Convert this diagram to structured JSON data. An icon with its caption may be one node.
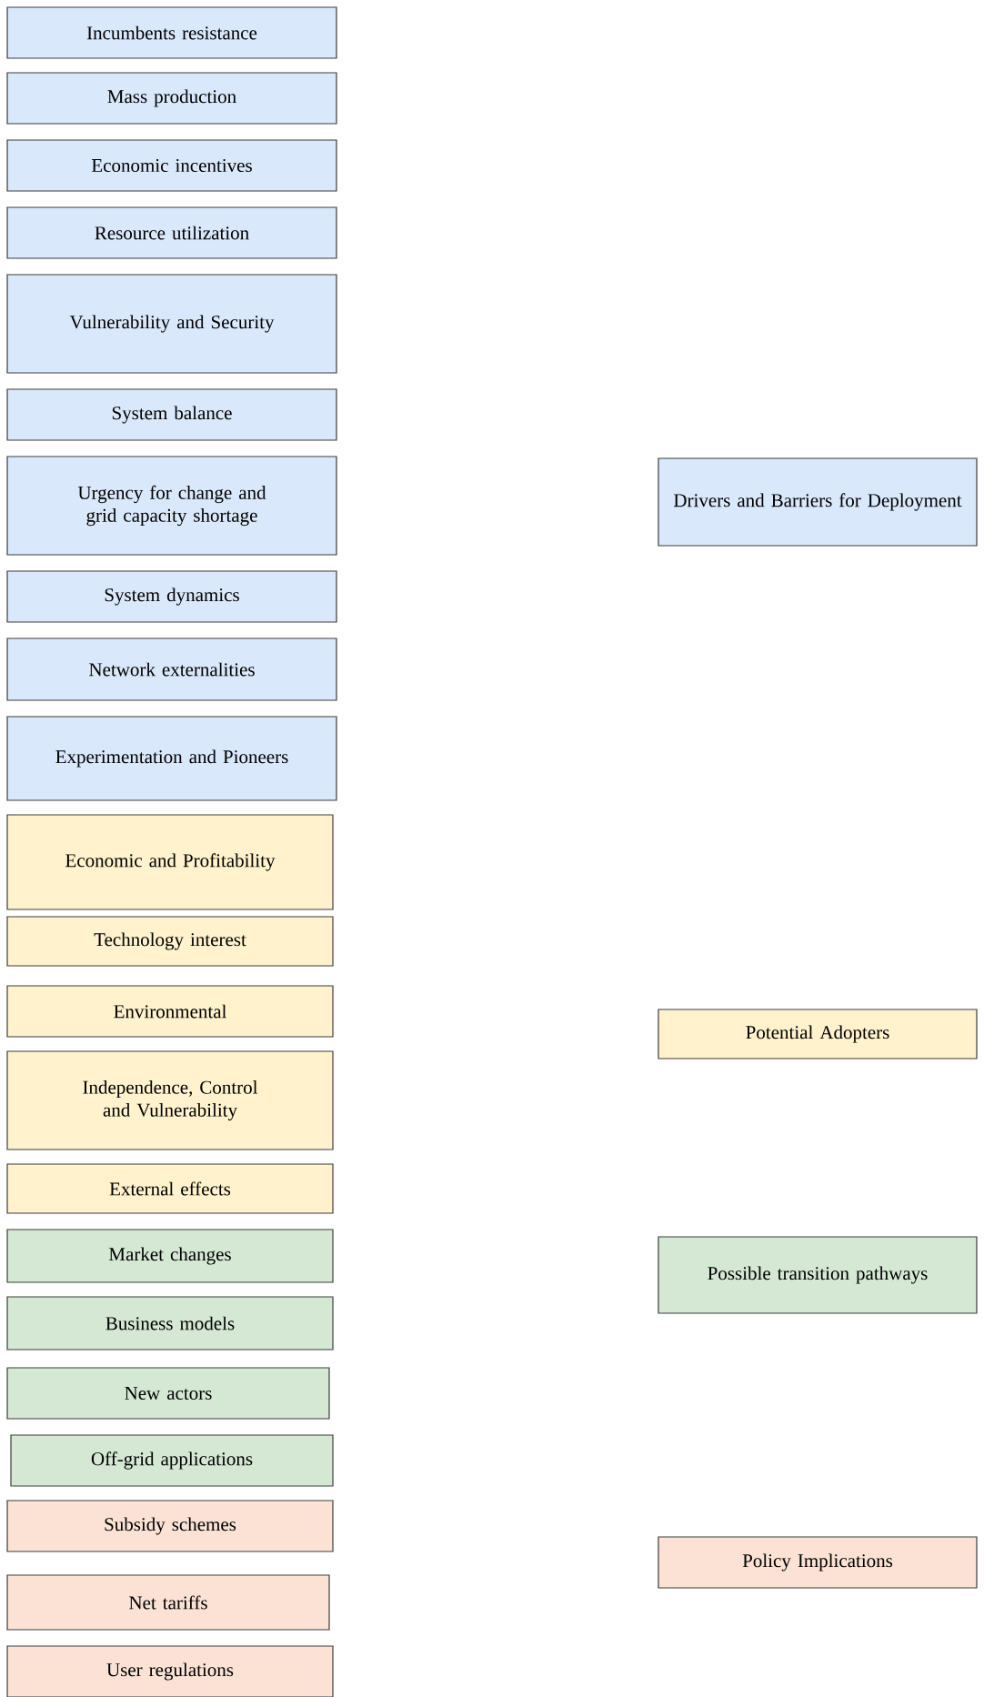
{
  "diagram": {
    "nodes": [
      {
        "text": [
          "Incumbents resistance"
        ]
      },
      {
        "text": [
          "Mass production"
        ]
      },
      {
        "text": [
          "Economic incentives"
        ]
      },
      {
        "text": [
          "Resource utilization"
        ]
      },
      {
        "text": [
          "Vulnerability and Security"
        ]
      },
      {
        "text": [
          "System balance"
        ]
      },
      {
        "text": [
          "Urgency for change and grid capacity shortage"
        ]
      },
      {
        "text": [
          "System dynamics"
        ]
      },
      {
        "text": [
          "Network externalities"
        ]
      },
      {
        "text": [
          "Experimentation and Pioneers"
        ]
      },
      {
        "text": [
          "Economic and Profitability"
        ]
      },
      {
        "text": [
          "Technology interest"
        ]
      },
      {
        "text": [
          "Environmental"
        ]
      },
      {
        "text": [
          "Independence, Control and Vulnerability"
        ]
      },
      {
        "text": [
          "External effects"
        ]
      },
      {
        "text": [
          "Market changes"
        ]
      },
      {
        "text": [
          "Business models"
        ]
      },
      {
        "text": [
          "New actors"
        ]
      },
      {
        "text": [
          "Off-grid applications"
        ]
      },
      {
        "text": [
          "Subsidy schemes"
        ]
      },
      {
        "text": [
          "Net tariffs"
        ]
      },
      {
        "text": [
          "User regulations"
        ]
      },
      {
        "text": [
          "Drivers and Barriers for Deployment"
        ]
      },
      {
        "text": [
          "Potential Adopters"
        ]
      },
      {
        "text": [
          "Possible transition pathways"
        ]
      },
      {
        "text": [
          "Policy Implications"
        ]
      }
    ]
  }
}
